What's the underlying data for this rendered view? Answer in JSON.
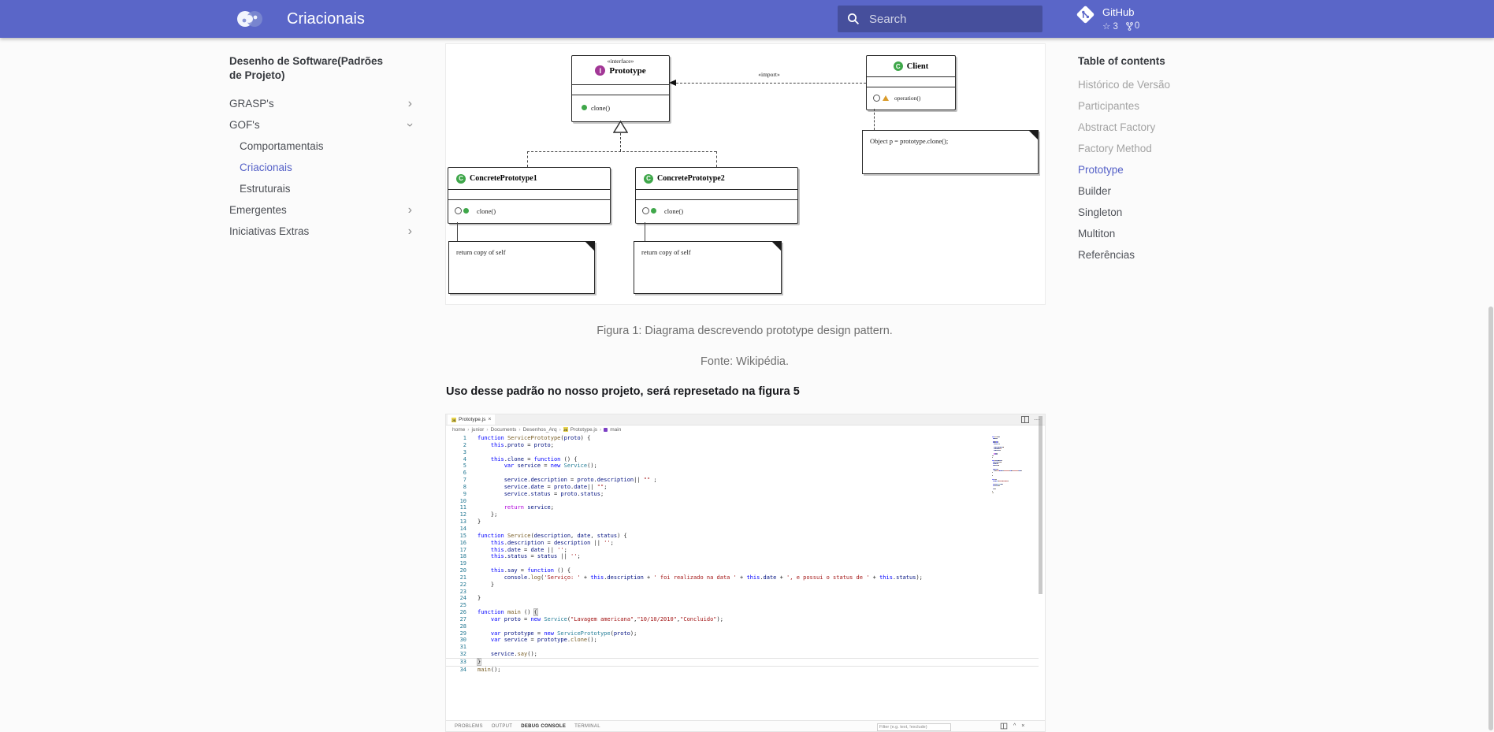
{
  "colors": {
    "header_bg": "#5a66c8",
    "accent": "#5460c7",
    "page_bg": "#fbfbfb",
    "code_k": "#0000ff",
    "code_c": "#af00db",
    "code_f": "#795e26",
    "code_v": "#001080",
    "code_s": "#a31515",
    "code_t": "#267f99",
    "code_p": "#1e1e1e"
  },
  "header": {
    "title": "Criacionais",
    "search_placeholder": "Search",
    "github_label": "GitHub",
    "github_stars": "3",
    "github_forks": "0"
  },
  "sidebar": {
    "section_title": "Desenho de Software(Padrões de Projeto)",
    "items": [
      {
        "label": "GRASP's",
        "chevron": "right",
        "children": []
      },
      {
        "label": "GOF's",
        "chevron": "down",
        "children": [
          {
            "label": "Comportamentais",
            "active": false
          },
          {
            "label": "Criacionais",
            "active": true
          },
          {
            "label": "Estruturais",
            "active": false
          }
        ]
      },
      {
        "label": "Emergentes",
        "chevron": "right",
        "children": []
      },
      {
        "label": "Iniciativas Extras",
        "chevron": "right",
        "children": []
      }
    ]
  },
  "toc": {
    "title": "Table of contents",
    "items": [
      {
        "label": "Histórico de Versão",
        "state": "muted"
      },
      {
        "label": "Participantes",
        "state": "muted"
      },
      {
        "label": "Abstract Factory",
        "state": "muted"
      },
      {
        "label": "Factory Method",
        "state": "muted"
      },
      {
        "label": "Prototype",
        "state": "active"
      },
      {
        "label": "Builder",
        "state": "normal"
      },
      {
        "label": "Singleton",
        "state": "normal"
      },
      {
        "label": "Multiton",
        "state": "normal"
      },
      {
        "label": "Referências",
        "state": "normal"
      }
    ]
  },
  "content": {
    "figure_caption": "Figura 1: Diagrama descrevendo prototype design pattern.",
    "figure_source": "Fonte: Wikipédia.",
    "usage_note": "Uso desse padrão no nosso projeto, será represetado na figura 5"
  },
  "uml": {
    "interface_stereotype": "«interface»",
    "interface_name": "Prototype",
    "interface_method": "clone()",
    "import_label": "«import»",
    "client_name": "Client",
    "client_method": "operation()",
    "client_note": "Object p = prototype.clone();",
    "concrete1_name": "ConcretePrototype1",
    "concrete2_name": "ConcretePrototype2",
    "concrete_method": "clone()",
    "concrete1_note": "return copy of self",
    "concrete2_note": "return copy of self"
  },
  "editor": {
    "tab_label": "Prototype.js",
    "close_glyph": "×",
    "breadcrumbs": [
      {
        "label": "home"
      },
      {
        "label": "junior"
      },
      {
        "label": "Documents"
      },
      {
        "label": "Desenhos_Arq"
      },
      {
        "label": "Prototype.js",
        "icon": "js"
      },
      {
        "label": "main",
        "icon": "method"
      }
    ],
    "panel_tabs": [
      {
        "label": "PROBLEMS",
        "active": false
      },
      {
        "label": "OUTPUT",
        "active": false
      },
      {
        "label": "DEBUG CONSOLE",
        "active": true
      },
      {
        "label": "TERMINAL",
        "active": false
      }
    ],
    "filter_placeholder": "Filter (e.g. text, !exclude)",
    "current_line": 33,
    "code_lines": [
      [
        [
          "k",
          "function "
        ],
        [
          "f",
          "ServicePrototype"
        ],
        [
          "p",
          "("
        ],
        [
          "v",
          "proto"
        ],
        [
          "p",
          ") {"
        ]
      ],
      [
        [
          "p",
          "    "
        ],
        [
          "k",
          "this"
        ],
        [
          "p",
          "."
        ],
        [
          "v",
          "proto"
        ],
        [
          "p",
          " = "
        ],
        [
          "v",
          "proto"
        ],
        [
          "p",
          ";"
        ]
      ],
      [],
      [
        [
          "p",
          "    "
        ],
        [
          "k",
          "this"
        ],
        [
          "p",
          "."
        ],
        [
          "v",
          "clone"
        ],
        [
          "p",
          " = "
        ],
        [
          "k",
          "function"
        ],
        [
          "p",
          " () {"
        ]
      ],
      [
        [
          "p",
          "        "
        ],
        [
          "k",
          "var "
        ],
        [
          "v",
          "service"
        ],
        [
          "p",
          " = "
        ],
        [
          "k",
          "new "
        ],
        [
          "t",
          "Service"
        ],
        [
          "p",
          "();"
        ]
      ],
      [],
      [
        [
          "p",
          "        "
        ],
        [
          "v",
          "service"
        ],
        [
          "p",
          "."
        ],
        [
          "v",
          "description"
        ],
        [
          "p",
          " = "
        ],
        [
          "v",
          "proto"
        ],
        [
          "p",
          "."
        ],
        [
          "v",
          "description"
        ],
        [
          "p",
          "|| "
        ],
        [
          "s",
          "\"\""
        ],
        [
          "p",
          " ;"
        ]
      ],
      [
        [
          "p",
          "        "
        ],
        [
          "v",
          "service"
        ],
        [
          "p",
          "."
        ],
        [
          "v",
          "date"
        ],
        [
          "p",
          " = "
        ],
        [
          "v",
          "proto"
        ],
        [
          "p",
          "."
        ],
        [
          "v",
          "date"
        ],
        [
          "p",
          "|| "
        ],
        [
          "s",
          "\"\""
        ],
        [
          "p",
          ";"
        ]
      ],
      [
        [
          "p",
          "        "
        ],
        [
          "v",
          "service"
        ],
        [
          "p",
          "."
        ],
        [
          "v",
          "status"
        ],
        [
          "p",
          " = "
        ],
        [
          "v",
          "proto"
        ],
        [
          "p",
          "."
        ],
        [
          "v",
          "status"
        ],
        [
          "p",
          ";"
        ]
      ],
      [],
      [
        [
          "p",
          "        "
        ],
        [
          "c",
          "return "
        ],
        [
          "v",
          "service"
        ],
        [
          "p",
          ";"
        ]
      ],
      [
        [
          "p",
          "    };"
        ]
      ],
      [
        [
          "p",
          "}"
        ]
      ],
      [],
      [
        [
          "k",
          "function "
        ],
        [
          "f",
          "Service"
        ],
        [
          "p",
          "("
        ],
        [
          "v",
          "description"
        ],
        [
          "p",
          ", "
        ],
        [
          "v",
          "date"
        ],
        [
          "p",
          ", "
        ],
        [
          "v",
          "status"
        ],
        [
          "p",
          ") {"
        ]
      ],
      [
        [
          "p",
          "    "
        ],
        [
          "k",
          "this"
        ],
        [
          "p",
          "."
        ],
        [
          "v",
          "description"
        ],
        [
          "p",
          " = "
        ],
        [
          "v",
          "description"
        ],
        [
          "p",
          " || "
        ],
        [
          "s",
          "''"
        ],
        [
          "p",
          ";"
        ]
      ],
      [
        [
          "p",
          "    "
        ],
        [
          "k",
          "this"
        ],
        [
          "p",
          "."
        ],
        [
          "v",
          "date"
        ],
        [
          "p",
          " = "
        ],
        [
          "v",
          "date"
        ],
        [
          "p",
          " || "
        ],
        [
          "s",
          "''"
        ],
        [
          "p",
          ";"
        ]
      ],
      [
        [
          "p",
          "    "
        ],
        [
          "k",
          "this"
        ],
        [
          "p",
          "."
        ],
        [
          "v",
          "status"
        ],
        [
          "p",
          " = "
        ],
        [
          "v",
          "status"
        ],
        [
          "p",
          " || "
        ],
        [
          "s",
          "''"
        ],
        [
          "p",
          ";"
        ]
      ],
      [],
      [
        [
          "p",
          "    "
        ],
        [
          "k",
          "this"
        ],
        [
          "p",
          "."
        ],
        [
          "v",
          "say"
        ],
        [
          "p",
          " = "
        ],
        [
          "k",
          "function"
        ],
        [
          "p",
          " () {"
        ]
      ],
      [
        [
          "p",
          "        "
        ],
        [
          "v",
          "console"
        ],
        [
          "p",
          "."
        ],
        [
          "f",
          "log"
        ],
        [
          "p",
          "("
        ],
        [
          "s",
          "'Serviço: '"
        ],
        [
          "p",
          " + "
        ],
        [
          "k",
          "this"
        ],
        [
          "p",
          "."
        ],
        [
          "v",
          "description"
        ],
        [
          "p",
          " + "
        ],
        [
          "s",
          "' foi realizado na data '"
        ],
        [
          "p",
          " + "
        ],
        [
          "k",
          "this"
        ],
        [
          "p",
          "."
        ],
        [
          "v",
          "date"
        ],
        [
          "p",
          " + "
        ],
        [
          "s",
          "', e possui o status de '"
        ],
        [
          "p",
          " + "
        ],
        [
          "k",
          "this"
        ],
        [
          "p",
          "."
        ],
        [
          "v",
          "status"
        ],
        [
          "p",
          ");"
        ]
      ],
      [
        [
          "p",
          "    }"
        ]
      ],
      [],
      [
        [
          "p",
          "}"
        ]
      ],
      [],
      [
        [
          "k",
          "function "
        ],
        [
          "f",
          "main"
        ],
        [
          "p",
          " () "
        ],
        [
          "b",
          "{"
        ]
      ],
      [
        [
          "p",
          "    "
        ],
        [
          "k",
          "var "
        ],
        [
          "v",
          "proto"
        ],
        [
          "p",
          " = "
        ],
        [
          "k",
          "new "
        ],
        [
          "t",
          "Service"
        ],
        [
          "p",
          "("
        ],
        [
          "s",
          "\"Lavagem americana\""
        ],
        [
          "p",
          ","
        ],
        [
          "s",
          "\"10/10/2010\""
        ],
        [
          "p",
          ","
        ],
        [
          "s",
          "\"Concluido\""
        ],
        [
          "p",
          ");"
        ]
      ],
      [],
      [
        [
          "p",
          "    "
        ],
        [
          "k",
          "var "
        ],
        [
          "v",
          "prototype"
        ],
        [
          "p",
          " = "
        ],
        [
          "k",
          "new "
        ],
        [
          "t",
          "ServicePrototype"
        ],
        [
          "p",
          "("
        ],
        [
          "v",
          "proto"
        ],
        [
          "p",
          ");"
        ]
      ],
      [
        [
          "p",
          "    "
        ],
        [
          "k",
          "var "
        ],
        [
          "v",
          "service"
        ],
        [
          "p",
          " = "
        ],
        [
          "v",
          "prototype"
        ],
        [
          "p",
          "."
        ],
        [
          "f",
          "clone"
        ],
        [
          "p",
          "();"
        ]
      ],
      [],
      [
        [
          "p",
          "    "
        ],
        [
          "v",
          "service"
        ],
        [
          "p",
          "."
        ],
        [
          "f",
          "say"
        ],
        [
          "p",
          "();"
        ]
      ],
      [
        [
          "b",
          "}"
        ]
      ],
      [
        [
          "f",
          "main"
        ],
        [
          "p",
          "();"
        ]
      ]
    ]
  }
}
